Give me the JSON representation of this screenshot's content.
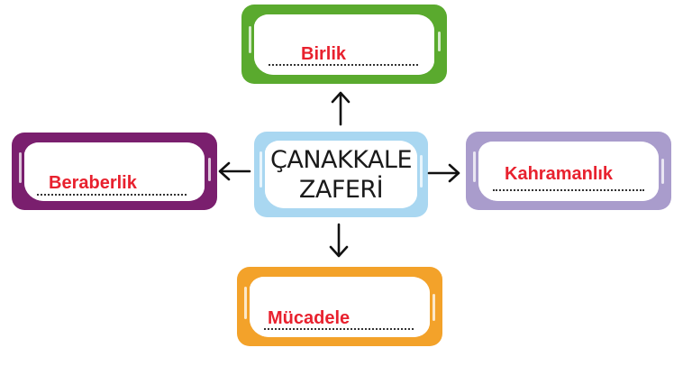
{
  "diagram": {
    "title": "ÇANAKKALE ZAFERİ",
    "center": {
      "line1": "ÇANAKKALE",
      "line2": "ZAFERİ",
      "border_color": "#a9d7f1"
    },
    "answer_color": "#e8212e",
    "nodes": [
      {
        "position": "top",
        "answer": "Birlik",
        "border_color": "#5aaa2e"
      },
      {
        "position": "left",
        "answer": "Beraberlik",
        "border_color": "#7a1f6e"
      },
      {
        "position": "right",
        "answer": "Kahramanlık",
        "border_color": "#a99ccc"
      },
      {
        "position": "bottom",
        "answer": "Mücadele",
        "border_color": "#f3a22a"
      }
    ],
    "arrows": [
      {
        "direction": "up",
        "icon": "arrow-up-icon"
      },
      {
        "direction": "left",
        "icon": "arrow-left-icon"
      },
      {
        "direction": "right",
        "icon": "arrow-right-icon"
      },
      {
        "direction": "down",
        "icon": "arrow-down-icon"
      }
    ]
  }
}
